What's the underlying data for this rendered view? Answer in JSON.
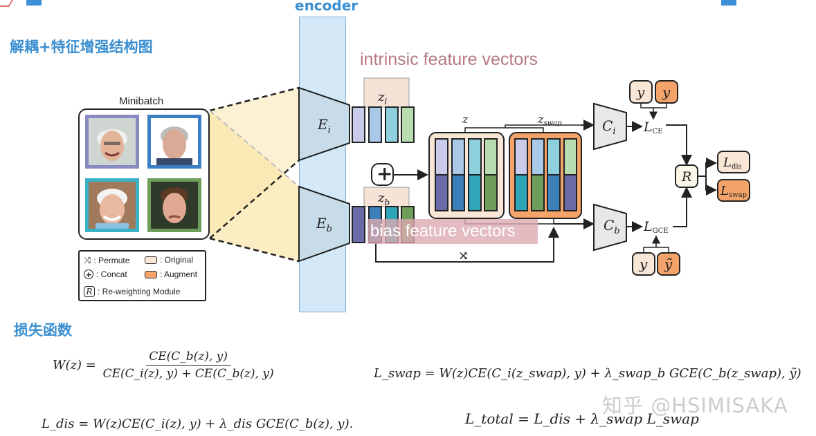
{
  "headings": {
    "structure_title": "解耦+特征增强结构图",
    "loss_title": "损失函数"
  },
  "encoder": {
    "label": "encoder"
  },
  "annotations": {
    "intrinsic": "intrinsic feature vectors",
    "bias": "bias feature vectors"
  },
  "minibatch": {
    "label": "Minibatch"
  },
  "legend": {
    "permute": ": Permute",
    "original": ": Original",
    "concat": ": Concat",
    "augment": ": Augment",
    "reweight": ": Re-weighting Module"
  },
  "diagram": {
    "encoder_i": "E",
    "encoder_i_sub": "i",
    "encoder_b": "E",
    "encoder_b_sub": "b",
    "z_i": "z",
    "z_i_sub": "i",
    "z_b": "z",
    "z_b_sub": "b",
    "z": "z",
    "z_swap": "z",
    "z_swap_sub": "swap",
    "classifier_i": "C",
    "classifier_i_sub": "i",
    "classifier_b": "C",
    "classifier_b_sub": "b",
    "loss_ce": "L",
    "loss_ce_sub": "CE",
    "loss_gce": "L",
    "loss_gce_sub": "GCE",
    "reweight": "R",
    "loss_dis": "L",
    "loss_dis_sub": "dis",
    "loss_swap": "L",
    "loss_swap_sub": "swap",
    "label_y": "y",
    "label_y_aug": "y",
    "label_y_tilde": "ỹ",
    "concat_symbol": "+"
  },
  "formulas": {
    "w_lhs": "W(z) =",
    "w_num": "CE(C_b(z), y)",
    "w_den": "CE(C_i(z), y) + CE(C_b(z), y)",
    "l_dis": "L_dis = W(z)CE(C_i(z), y) + λ_dis GCE(C_b(z), y).",
    "l_swap": "L_swap = W(z)CE(C_i(z_swap), y) + λ_swap_b GCE(C_b(z_swap), ỹ)",
    "l_total": "L_total = L_dis + λ_swap L_swap"
  },
  "watermark": "知乎 @HSIMISAKA",
  "colors": {
    "heading_blue": "#3b8fd0",
    "encoder_band": "#cfe6f7",
    "original_fill": "#f8e6d6",
    "augment_fill": "#f4a46a",
    "feature_blue": "#a9c9e8",
    "feature_teal": "#3bb4c7",
    "feature_green": "#8bbf74",
    "feature_purple": "#8c8cbf",
    "face_purple": "#8a8ac2",
    "face_blue": "#3d7fc4",
    "face_teal": "#3ab2c8",
    "face_green": "#6f9e5a"
  }
}
